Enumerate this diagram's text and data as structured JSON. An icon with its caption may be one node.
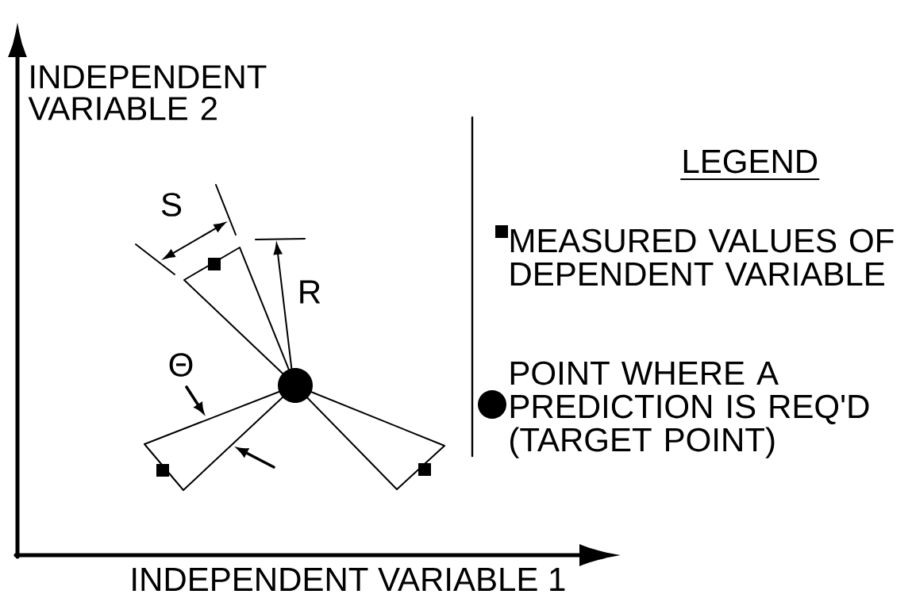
{
  "diagram": {
    "labels": [
      "INDEPENDENT VARIABLE 2",
      "S",
      "R",
      "Θ",
      "INDEPENDENT VARIABLE 1",
      "LEGEND"
    ],
    "legend": [
      {
        "text": "MEASURED VALUES OF DEPENDENT VARIABLE"
      },
      {
        "text": "POINT WHERE A PREDICTION IS REQ'D (TARGET POINT)"
      }
    ]
  }
}
